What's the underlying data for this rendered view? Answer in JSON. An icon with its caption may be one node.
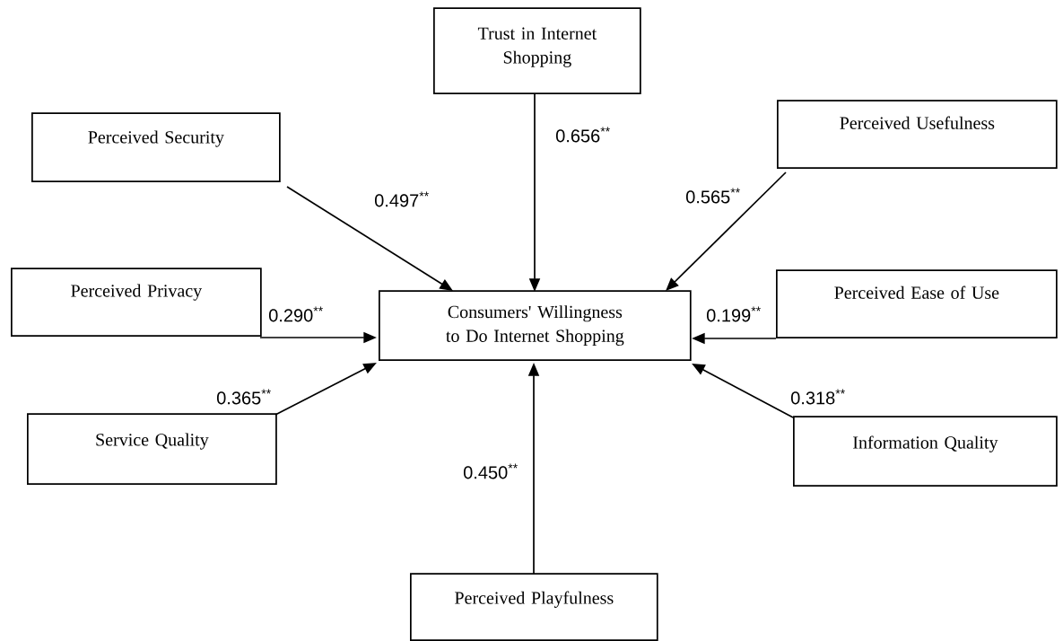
{
  "diagram": {
    "nodes": [
      {
        "text": [
          "Consumers' Willingness to Do Internet Shopping"
        ]
      },
      {
        "text": [
          "Trust in Internet Shopping"
        ]
      },
      {
        "text": [
          "Perceived Security"
        ]
      },
      {
        "text": [
          "Perceived Usefulness"
        ]
      },
      {
        "text": [
          "Perceived Privacy"
        ]
      },
      {
        "text": [
          "Perceived Ease of Use"
        ]
      },
      {
        "text": [
          "Service Quality"
        ]
      },
      {
        "text": [
          "Information Quality"
        ]
      },
      {
        "text": [
          "Perceived Playfulness"
        ]
      }
    ],
    "edges": [
      {
        "from": 1,
        "to": 0,
        "arrow": "to",
        "label": "0.656$^{**}$"
      },
      {
        "from": 2,
        "to": 0,
        "arrow": "to",
        "label": "0.497$^{**}$"
      },
      {
        "from": 3,
        "to": 0,
        "arrow": "to",
        "label": "0.565$^{**}$"
      },
      {
        "from": 4,
        "to": 0,
        "arrow": "to",
        "label": "0.290$^{**}$"
      },
      {
        "from": 5,
        "to": 0,
        "arrow": "to",
        "label": "0.199$^{**}$"
      },
      {
        "from": 6,
        "to": 0,
        "arrow": "to",
        "label": "0.365$^{**}$"
      },
      {
        "from": 7,
        "to": 0,
        "arrow": "to",
        "label": "0.318$^{**}$"
      },
      {
        "from": 8,
        "to": 0,
        "arrow": "to",
        "label": "0.450$^{**}$"
      }
    ]
  }
}
